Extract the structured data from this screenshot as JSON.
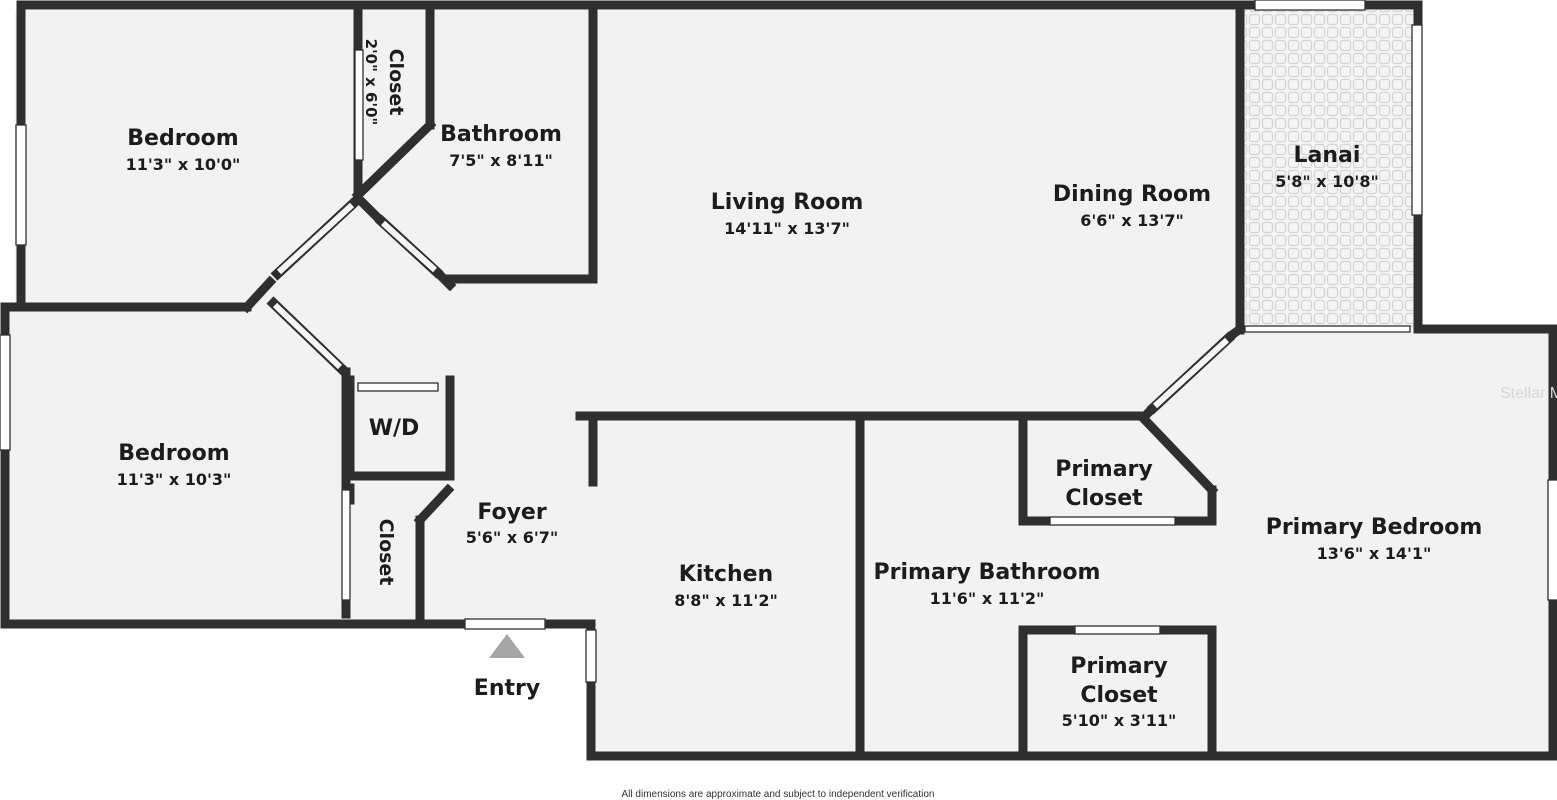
{
  "rooms": {
    "bedroom_1": {
      "name": "Bedroom",
      "dim": "11'3\" x 10'0\""
    },
    "closet_1": {
      "name": "Closet",
      "dim": "2'0\" x 6'0\""
    },
    "bathroom": {
      "name": "Bathroom",
      "dim": "7'5\" x 8'11\""
    },
    "living_room": {
      "name": "Living Room",
      "dim": "14'11\" x 13'7\""
    },
    "dining_room": {
      "name": "Dining Room",
      "dim": "6'6\" x 13'7\""
    },
    "lanai": {
      "name": "Lanai",
      "dim": "5'8\" x 10'8\""
    },
    "bedroom_2": {
      "name": "Bedroom",
      "dim": "11'3\" x 10'3\""
    },
    "wd": {
      "name": "W/D"
    },
    "closet_2": {
      "name": "Closet"
    },
    "foyer": {
      "name": "Foyer",
      "dim": "5'6\" x 6'7\""
    },
    "kitchen": {
      "name": "Kitchen",
      "dim": "8'8\" x 11'2\""
    },
    "primary_closet_1": {
      "name_line1": "Primary",
      "name_line2": "Closet"
    },
    "primary_bathroom": {
      "name": "Primary Bathroom",
      "dim": "11'6\" x 11'2\""
    },
    "primary_closet_2": {
      "name_line1": "Primary",
      "name_line2": "Closet",
      "dim": "5'10\" x 3'11\""
    },
    "primary_bedroom": {
      "name": "Primary Bedroom",
      "dim": "13'6\" x 14'1\""
    }
  },
  "entry_label": "Entry",
  "watermark": "Stellar M",
  "footer_note": "All dimensions are approximate and subject to independent verification",
  "colors": {
    "wall": "#2f2f2f",
    "floor": "#f2f2f2",
    "lanai_tile": "#d7d7d7",
    "entry_arrow": "#a6a6a6"
  }
}
